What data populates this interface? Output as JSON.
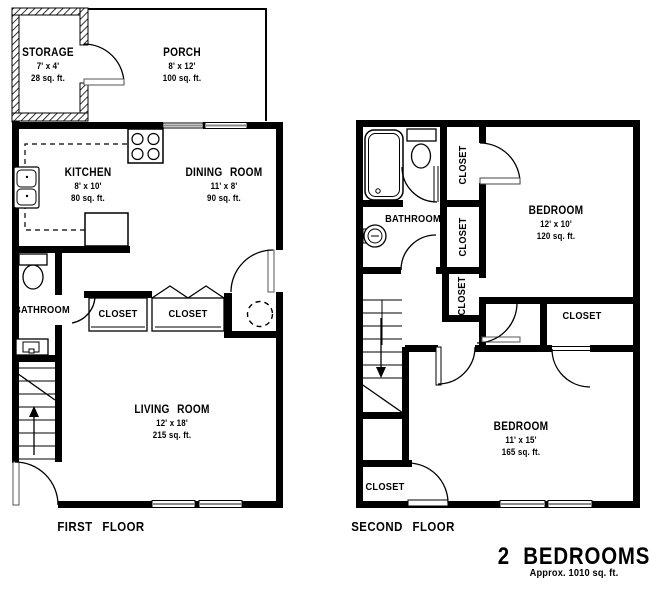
{
  "plan_title": {
    "heading": "2 BEDROOMS",
    "subheading": "Approx. 1010 sq. ft."
  },
  "colors": {
    "walls": "#000000",
    "windows": "#8a8a8a",
    "background": "#ffffff"
  },
  "first_floor": {
    "caption": "FIRST FLOOR",
    "storage": {
      "name": "STORAGE",
      "dims": "7' x 4'",
      "area": "28 sq. ft."
    },
    "porch": {
      "name": "PORCH",
      "dims": "8' x 12'",
      "area": "100 sq. ft."
    },
    "kitchen": {
      "name": "KITCHEN",
      "dims": "8' x 10'",
      "area": "80 sq. ft."
    },
    "dining_room": {
      "name": "DINING ROOM",
      "dims": "11' x 8'",
      "area": "90 sq. ft."
    },
    "bathroom": {
      "name": "BATHROOM"
    },
    "closet_1": {
      "name": "CLOSET"
    },
    "closet_2": {
      "name": "CLOSET"
    },
    "living_room": {
      "name": "LIVING ROOM",
      "dims": "12' x 18'",
      "area": "215 sq. ft."
    },
    "fixtures": [
      "stove",
      "kitchen-double-sink",
      "toilet",
      "vanity-sink",
      "water-heater",
      "stairs-up"
    ]
  },
  "second_floor": {
    "caption": "SECOND FLOOR",
    "bathroom": {
      "name": "BATHROOM"
    },
    "closet_upper": {
      "name": "CLOSET"
    },
    "closet_middle": {
      "name": "CLOSET"
    },
    "closet_lower": {
      "name": "CLOSET"
    },
    "bedroom_1": {
      "name": "BEDROOM",
      "dims": "12' x 10'",
      "area": "120 sq. ft."
    },
    "closet_bedroom": {
      "name": "CLOSET"
    },
    "bedroom_2": {
      "name": "BEDROOM",
      "dims": "11' x 15'",
      "area": "165 sq. ft."
    },
    "closet_entry": {
      "name": "CLOSET"
    },
    "fixtures": [
      "bathtub",
      "toilet",
      "round-sink",
      "stairs-down"
    ]
  }
}
